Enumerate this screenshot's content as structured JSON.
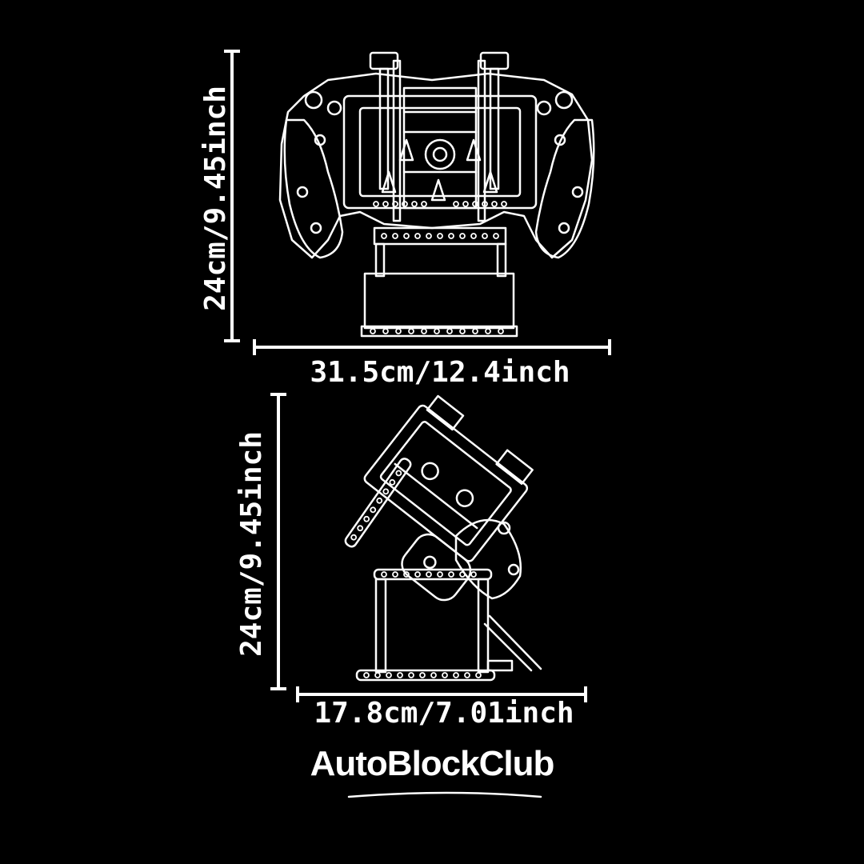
{
  "dimensions": {
    "front_height": "24cm/9.45inch",
    "front_width": "31.5cm/12.4inch",
    "side_height": "24cm/9.45inch",
    "side_width": "17.8cm/7.01inch"
  },
  "brand": {
    "name": "AutoBlockClub"
  },
  "colors": {
    "background": "#000000",
    "lines": "#ffffff"
  },
  "views": {
    "front": "controller-front-view",
    "side": "controller-side-view"
  }
}
